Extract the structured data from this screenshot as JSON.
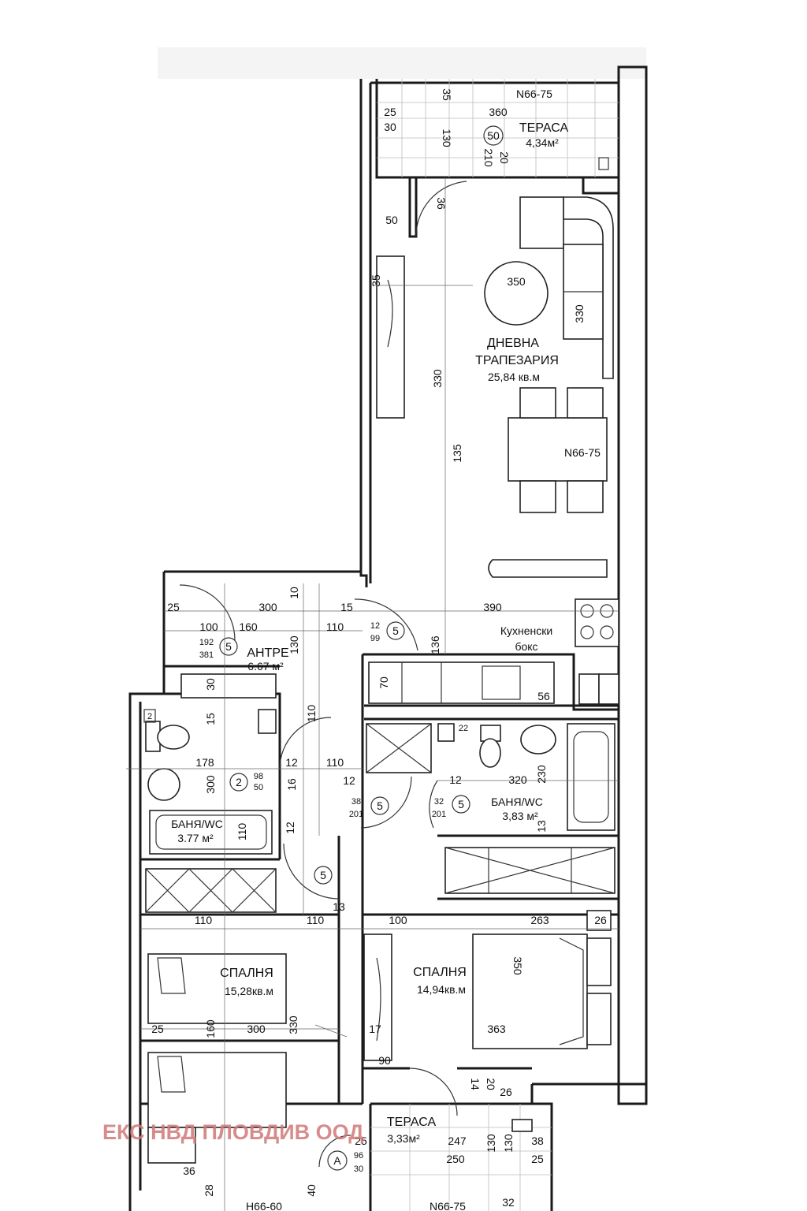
{
  "rooms": {
    "terrace_top": {
      "name": "ТЕРАСА",
      "area": "4,34м²"
    },
    "living": {
      "name1": "ДНЕВНА",
      "name2": "ТРАПЕЗАРИЯ",
      "area": "25,84 кв.м"
    },
    "kitchen": {
      "name1": "Кухненски",
      "name2": "бокс"
    },
    "entry": {
      "name": "АНТРЕ",
      "area": "6.67 м²"
    },
    "bath_left": {
      "name": "БАНЯ/WC",
      "area": "3.77 м²"
    },
    "bath_right": {
      "name": "БАНЯ/WC",
      "area": "3,83 м²"
    },
    "bedroom_left": {
      "name": "СПАЛНЯ",
      "area": "15,28кв.м"
    },
    "bedroom_right": {
      "name": "СПАЛНЯ",
      "area": "14,94кв.м"
    },
    "terrace_bottom": {
      "name": "ТЕРАСА",
      "area": "3,33м²"
    }
  },
  "windows": {
    "top": "N66-75",
    "living": "N66-75",
    "terrace_bottom": "N66-75",
    "bottom_left": "Н66-60"
  },
  "markers": {
    "m50": "50",
    "m5a": "5",
    "m5b": "5",
    "m5c": "5",
    "m5d": "5",
    "m5e": "5",
    "m2": "2",
    "mA": "A",
    "m2b": "2"
  },
  "dims": {
    "d35a": "35",
    "d25a": "25",
    "d360": "360",
    "d30a": "30",
    "d130a": "130",
    "d210": "210",
    "d20a": "20",
    "d36a": "36",
    "d50": "50",
    "d35b": "35",
    "d350": "350",
    "d330a": "330",
    "d330b": "330",
    "d135": "135",
    "d25b": "25",
    "d300a": "300",
    "d10": "10",
    "d15a": "15",
    "d390": "390",
    "d100a": "100",
    "d160a": "160",
    "d110a": "110",
    "d12a": "12",
    "d99": "99",
    "d192": "192",
    "d381": "381",
    "d130b": "130",
    "d136": "136",
    "d30b": "30",
    "d70": "70",
    "d56": "56",
    "d15b": "15",
    "d110b": "110",
    "d178": "178",
    "d12b": "12",
    "d110c": "110",
    "d300b": "300",
    "d98": "98",
    "d50b": "50",
    "d16": "16",
    "d12c": "12",
    "d22": "22",
    "d12d": "12",
    "d320": "320",
    "d230": "230",
    "d38": "38",
    "d201a": "201",
    "d32": "32",
    "d201b": "201",
    "d13a": "13",
    "d110d": "110",
    "d12e": "12",
    "d13b": "13",
    "d110e": "110",
    "d110f": "110",
    "d100b": "100",
    "d263": "263",
    "d26a": "26",
    "d350b": "350",
    "d25c": "25",
    "d160b": "160",
    "d300c": "300",
    "d330c": "330",
    "d17": "17",
    "d363": "363",
    "d90": "90",
    "d14": "14",
    "d20b": "20",
    "d26b": "26",
    "d25d": "25",
    "d96": "96",
    "d30c": "30",
    "d247": "247",
    "d130c": "130",
    "d130d": "130",
    "d38b": "38",
    "d250": "250",
    "d25e": "25",
    "d36b": "36",
    "d28": "28",
    "d40": "40",
    "d32b": "32"
  },
  "watermark": "ЕКС НВД ПЛОВДИВ ООД"
}
